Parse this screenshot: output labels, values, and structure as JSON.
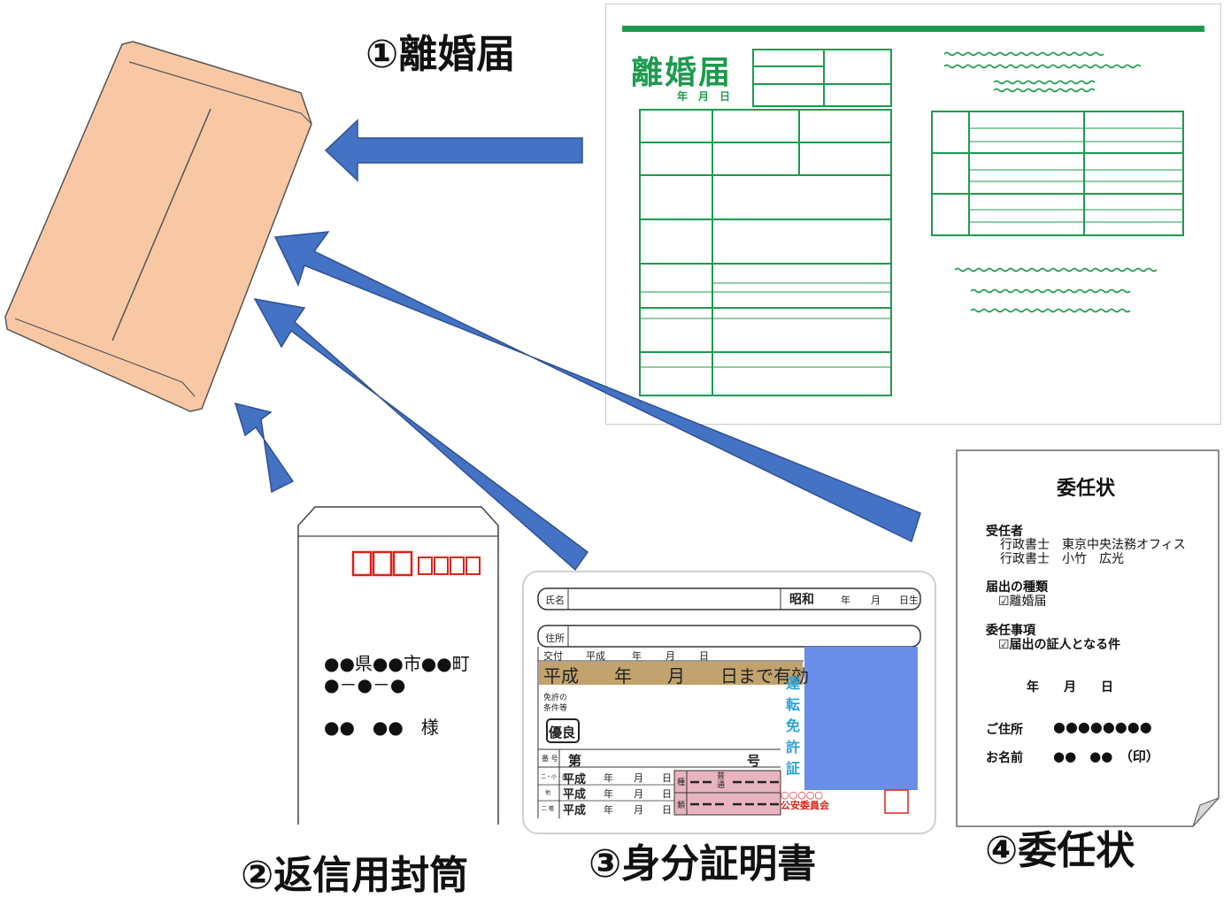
{
  "captions": {
    "divorce_form": "①離婚届",
    "return_envelope": "②返信用封筒",
    "id_document": "③身分証明書",
    "power_of_attorney": "④委任状"
  },
  "divorce_form": {
    "title": "離婚届",
    "date_line": "年　月　日"
  },
  "return_envelope": {
    "postal_code_boxes_large": 3,
    "postal_code_boxes_small": 4,
    "address_line1": "●●県●●市●●町",
    "address_line2": "●－●－●",
    "recipient": "●●　●●　様"
  },
  "license": {
    "name_label": "氏名",
    "birth_era": "昭和",
    "birth_year": "年",
    "birth_month": "月",
    "birth_day_suffix": "日生",
    "address_label": "住所",
    "issue_label": "交付",
    "issue_era": "平成",
    "issue_year": "年",
    "issue_month": "月",
    "issue_day": "日",
    "expiry_text": "平成　　年　　月　　日まで有効",
    "conditions_label": "免許の条件等",
    "excellent_badge": "優良",
    "number_label": "番 号",
    "number_prefix": "第",
    "number_suffix": "号",
    "vertical_title": "運転免許証",
    "history_rows": [
      {
        "label": "二・小・原",
        "era": "平成",
        "year": "年",
        "month": "月",
        "day": "日"
      },
      {
        "label": "他",
        "era": "平成",
        "year": "年",
        "month": "月",
        "day": "日"
      },
      {
        "label": "二 種",
        "era": "平成",
        "year": "年",
        "month": "月",
        "day": "日"
      }
    ],
    "type_label_1": "種",
    "type_label_2": "類",
    "type_normal": "普通",
    "commission": "○○○○○\n公安委員会",
    "colors": {
      "photo": "#6a8fe8",
      "expiry_band": "#c2a36e",
      "vertical_title": "#2aa3d8",
      "commission": "#e0201a"
    }
  },
  "power_of_attorney": {
    "title": "委任状",
    "agent_label": "受任者",
    "agent_line1": "行政書士　東京中央法務オフィス",
    "agent_line2": "行政書士　小竹　広光",
    "notice_type_label": "届出の種類",
    "notice_type_value": "☑離婚届",
    "delegated_label": "委任事項",
    "delegated_value": "☑届出の証人となる件",
    "date_line": "年　　月　　日",
    "address_label": "ご住所",
    "address_value": "●●●●●●●●",
    "name_label": "お名前",
    "name_value": "●●　●●　（印）"
  },
  "colors": {
    "arrow": "#4472c4",
    "arrow_stroke": "#2f528f",
    "envelope": "#f8c8a4",
    "form_green": "#1d9a4e",
    "postal_red": "#e0201a"
  }
}
